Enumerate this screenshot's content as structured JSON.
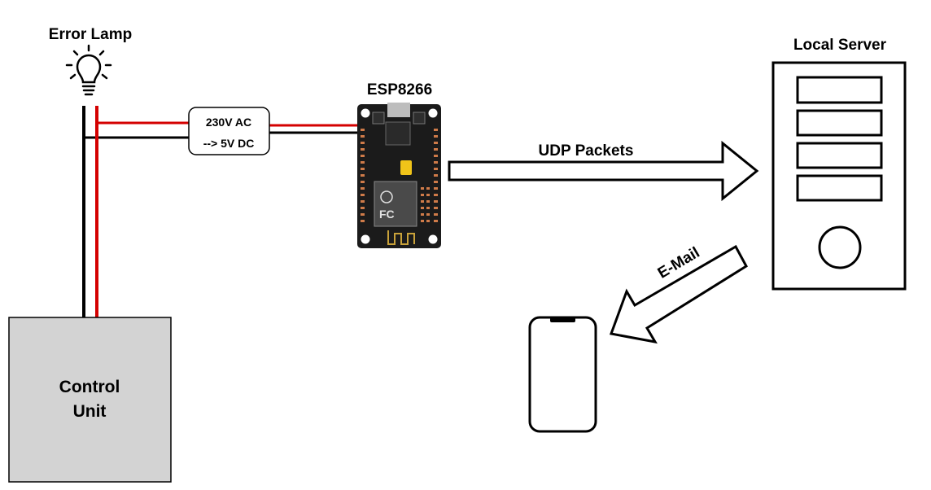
{
  "lamp": {
    "label": "Error Lamp",
    "icon": "lightbulb-icon"
  },
  "converter": {
    "line1": "230V AC",
    "line2": "--> 5V DC"
  },
  "module": {
    "label": "ESP8266",
    "icon": "esp8266-board-icon"
  },
  "udp_arrow": {
    "label": "UDP Packets"
  },
  "server": {
    "label": "Local Server",
    "icon": "server-icon"
  },
  "email_arrow": {
    "label": "E-Mail"
  },
  "phone": {
    "icon": "smartphone-icon"
  },
  "control_unit": {
    "line1": "Control",
    "line2": "Unit"
  },
  "colors": {
    "live_wire": "#d40000",
    "neutral_wire": "#000000",
    "control_unit_fill": "#d3d3d3"
  }
}
